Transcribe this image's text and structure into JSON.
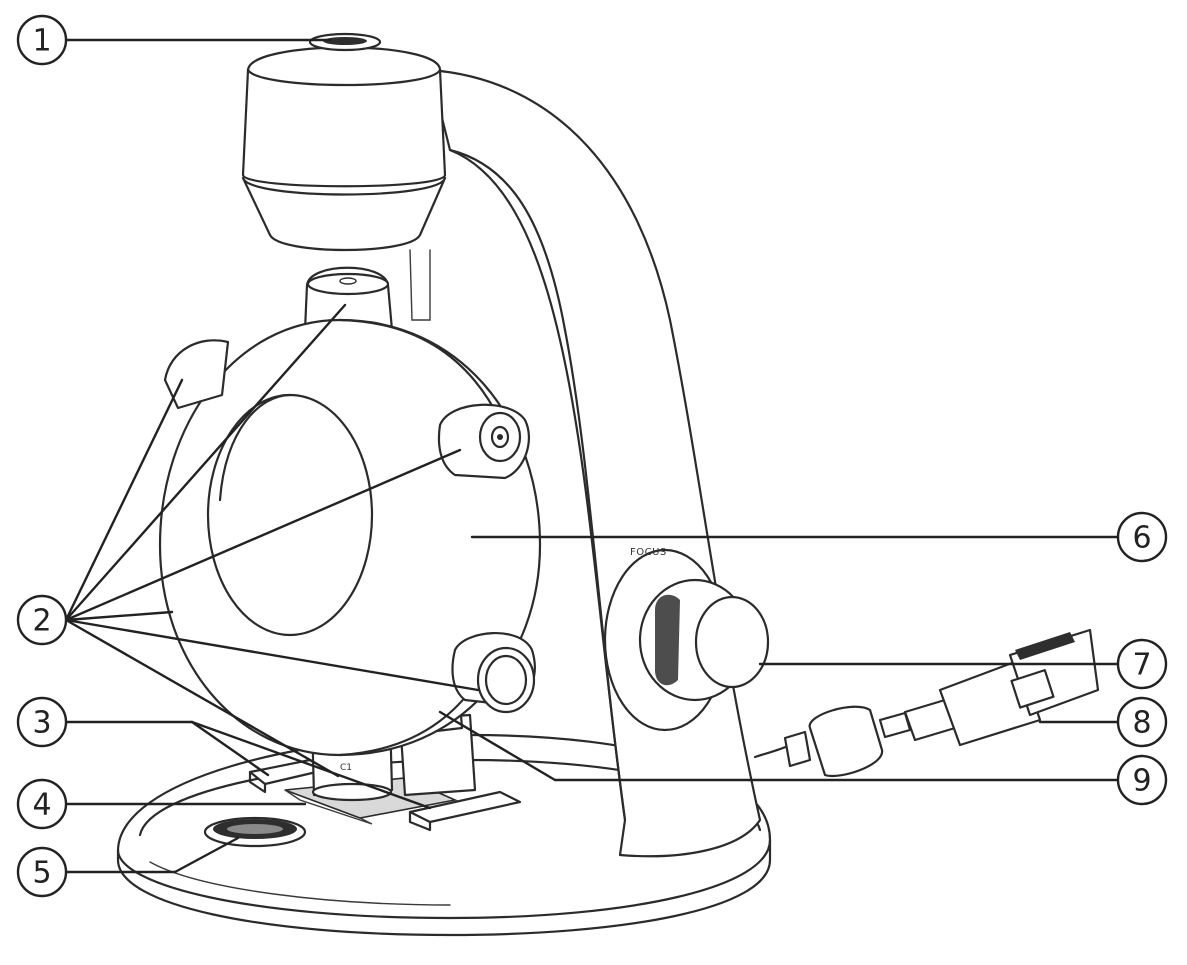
{
  "figure": {
    "callouts": [
      {
        "number": "1"
      },
      {
        "number": "2"
      },
      {
        "number": "3"
      },
      {
        "number": "4"
      },
      {
        "number": "5"
      },
      {
        "number": "6"
      },
      {
        "number": "7"
      },
      {
        "number": "8"
      },
      {
        "number": "9"
      }
    ],
    "focus_label": "FOCUS",
    "objective_labels": [
      "C1"
    ]
  }
}
